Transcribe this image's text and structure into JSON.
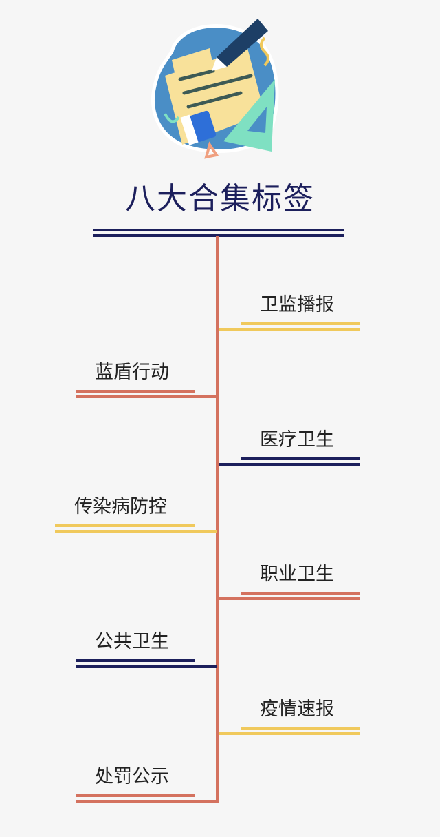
{
  "title": "八大合集标签",
  "colors": {
    "navy": "#1c1f5c",
    "red": "#d4725f",
    "yellow": "#f0c95c",
    "background": "#f6f6f6"
  },
  "illustration": "notebook-pencil-ruler-eraser-icon",
  "branches": [
    {
      "label": "卫监播报",
      "side": "right",
      "color": "yellow"
    },
    {
      "label": "蓝盾行动",
      "side": "left",
      "color": "red"
    },
    {
      "label": "医疗卫生",
      "side": "right",
      "color": "navy"
    },
    {
      "label": "传染病防控",
      "side": "left",
      "color": "yellow"
    },
    {
      "label": "职业卫生",
      "side": "right",
      "color": "red"
    },
    {
      "label": "公共卫生",
      "side": "left",
      "color": "navy"
    },
    {
      "label": "疫情速报",
      "side": "right",
      "color": "yellow"
    },
    {
      "label": "处罚公示",
      "side": "left",
      "color": "red"
    }
  ]
}
